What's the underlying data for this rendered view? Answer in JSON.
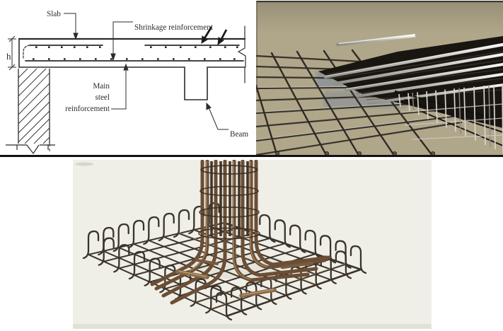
{
  "page": {
    "width": "711",
    "height": "468",
    "background_color": "#ffffff",
    "separator_color": "#121212"
  },
  "slab_diagram": {
    "name": "slab-reinforcement-section-diagram",
    "ink_color": "#2b2b2b",
    "labels": {
      "slab": "Slab",
      "shrinkage": "Shrinkage reinforcement",
      "main_steel_lines": [
        "Main",
        "steel",
        "reinforcement"
      ],
      "beam": "Beam",
      "slab_depth": "h"
    }
  },
  "mesh_photo": {
    "name": "welded-wire-mesh-stack-photo",
    "background_color": "#b1a78a",
    "dark_steel_color": "#1c1915",
    "bright_steel_color": "#dddcd8",
    "watermark_color": "#4a6db0"
  },
  "footing_photo": {
    "name": "column-footing-rebar-cage-photo",
    "background_color": "#efeee7",
    "dark_bar_color": "#3b342b",
    "rust_bar_color": "#6b4e35"
  }
}
